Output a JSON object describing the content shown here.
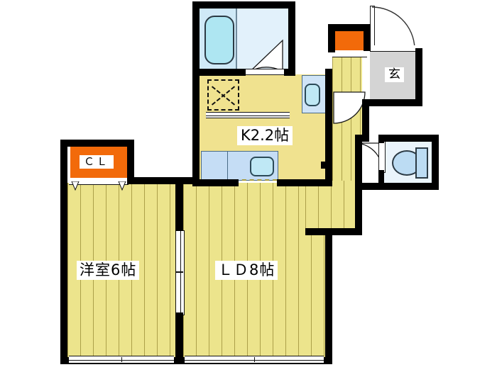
{
  "plan": {
    "title": "Apartment floor plan 1LDK",
    "colors": {
      "wall": "#000000",
      "floor_wood": "#ece48c",
      "floor_kitchen": "#f0e28f",
      "closet_orange": "#f26a0a",
      "tile_blue": "#cfe9f7",
      "fixture_blue": "#bcdcf3",
      "genkan_gray": "#d4d4d4",
      "background": "#ffffff"
    },
    "rooms": [
      {
        "id": "washitsu",
        "label": "洋室6帖",
        "name": "western-room",
        "size_jo": 6
      },
      {
        "id": "ld",
        "label": "ＬＤ8帖",
        "name": "living-dining",
        "size_jo": 8
      },
      {
        "id": "kitchen",
        "label": "K2.2帖",
        "name": "kitchen",
        "size_jo": 2.2
      },
      {
        "id": "closet",
        "label": "ＣＬ",
        "name": "closet",
        "size_jo": null
      },
      {
        "id": "genkan",
        "label": "玄",
        "name": "entrance",
        "size_jo": null
      }
    ],
    "fixtures": [
      {
        "name": "bathtub"
      },
      {
        "name": "bath-unit"
      },
      {
        "name": "washing-machine-space"
      },
      {
        "name": "vanity-sink"
      },
      {
        "name": "kitchen-counter"
      },
      {
        "name": "kitchen-sink"
      },
      {
        "name": "toilet"
      },
      {
        "name": "shoe-cabinet"
      }
    ],
    "doors": [
      {
        "name": "entrance-door"
      },
      {
        "name": "bath-door"
      },
      {
        "name": "corridor-door"
      },
      {
        "name": "toilet-door"
      },
      {
        "name": "room-sliding-door"
      }
    ],
    "windows": [
      {
        "name": "western-room-window"
      },
      {
        "name": "living-dining-window"
      },
      {
        "name": "kitchen-window"
      }
    ]
  }
}
